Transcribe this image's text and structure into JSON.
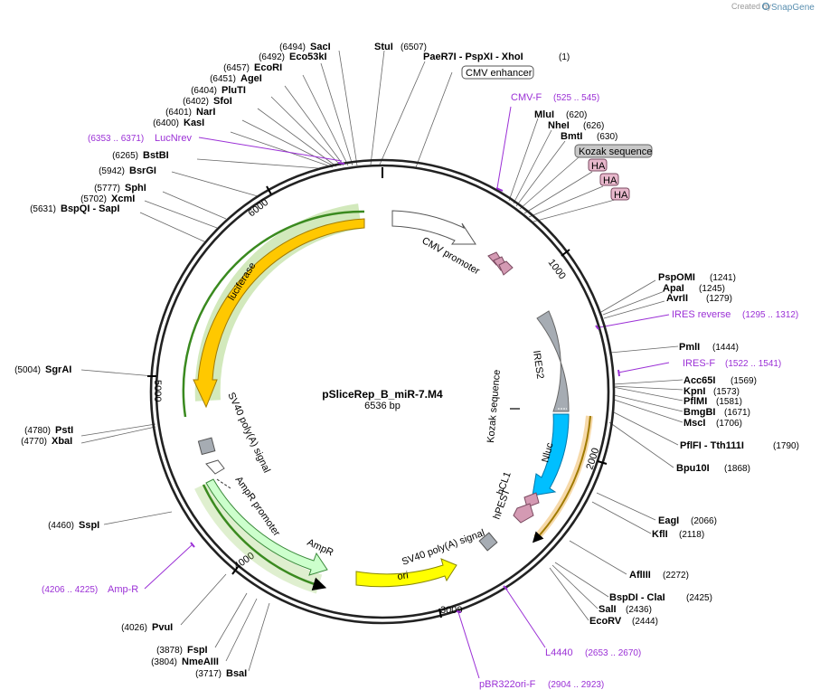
{
  "credit": {
    "created_by": "Created by",
    "brand": "SnapGene"
  },
  "plasmid": {
    "name": "pSliceRep_B_miR-7.M4",
    "length_label": "6536 bp",
    "length": 6536
  },
  "ticks": [
    "1000",
    "2000",
    "3000",
    "4000",
    "5000",
    "6000"
  ],
  "enzymes": [
    {
      "name": "SacI",
      "pos": "(6494)"
    },
    {
      "name": "Eco53kI",
      "pos": "(6492)"
    },
    {
      "name": "EcoRI",
      "pos": "(6457)"
    },
    {
      "name": "AgeI",
      "pos": "(6451)"
    },
    {
      "name": "PluTI",
      "pos": "(6404)"
    },
    {
      "name": "SfoI",
      "pos": "(6402)"
    },
    {
      "name": "NarI",
      "pos": "(6401)"
    },
    {
      "name": "KasI",
      "pos": "(6400)"
    },
    {
      "name": "BstBI",
      "pos": "(6265)"
    },
    {
      "name": "BsrGI",
      "pos": "(5942)"
    },
    {
      "name": "SphI",
      "pos": "(5777)"
    },
    {
      "name": "XcmI",
      "pos": "(5702)"
    },
    {
      "name": "BspQI - SapI",
      "pos": "(5631)"
    },
    {
      "name": "SgrAI",
      "pos": "(5004)"
    },
    {
      "name": "PstI",
      "pos": "(4780)"
    },
    {
      "name": "XbaI",
      "pos": "(4770)"
    },
    {
      "name": "SspI",
      "pos": "(4460)"
    },
    {
      "name": "PvuI",
      "pos": "(4026)"
    },
    {
      "name": "FspI",
      "pos": "(3878)"
    },
    {
      "name": "NmeAIII",
      "pos": "(3804)"
    },
    {
      "name": "BsaI",
      "pos": "(3717)"
    },
    {
      "name": "StuI",
      "pos": "(6507)"
    },
    {
      "name": "PaeR7I - PspXI - XhoI",
      "pos": "(1)"
    },
    {
      "name": "MluI",
      "pos": "(620)"
    },
    {
      "name": "NheI",
      "pos": "(626)"
    },
    {
      "name": "BmtI",
      "pos": "(630)"
    },
    {
      "name": "PspOMI",
      "pos": "(1241)"
    },
    {
      "name": "ApaI",
      "pos": "(1245)"
    },
    {
      "name": "AvrII",
      "pos": "(1279)"
    },
    {
      "name": "PmlI",
      "pos": "(1444)"
    },
    {
      "name": "Acc65I",
      "pos": "(1569)"
    },
    {
      "name": "KpnI",
      "pos": "(1573)"
    },
    {
      "name": "PflMI",
      "pos": "(1581)"
    },
    {
      "name": "BmgBI",
      "pos": "(1671)"
    },
    {
      "name": "MscI",
      "pos": "(1706)"
    },
    {
      "name": "PflFI - Tth111I",
      "pos": "(1790)"
    },
    {
      "name": "Bpu10I",
      "pos": "(1868)"
    },
    {
      "name": "EagI",
      "pos": "(2066)"
    },
    {
      "name": "KflI",
      "pos": "(2118)"
    },
    {
      "name": "AflIII",
      "pos": "(2272)"
    },
    {
      "name": "BspDI - ClaI",
      "pos": "(2425)"
    },
    {
      "name": "SalI",
      "pos": "(2436)"
    },
    {
      "name": "EcoRV",
      "pos": "(2444)"
    }
  ],
  "primers": [
    {
      "name": "LucNrev",
      "range": "(6353 .. 6371)"
    },
    {
      "name": "CMV-F",
      "range": "(525 .. 545)"
    },
    {
      "name": "IRES reverse",
      "range": "(1295 .. 1312)"
    },
    {
      "name": "IRES-F",
      "range": "(1522 .. 1541)"
    },
    {
      "name": "Amp-R",
      "range": "(4206 .. 4225)"
    },
    {
      "name": "L4440",
      "range": "(2653 .. 2670)"
    },
    {
      "name": "pBR322ori-F",
      "range": "(2904 .. 2923)"
    }
  ],
  "boxed_labels": {
    "cmv_enhancer": "CMV enhancer",
    "kozak": "Kozak sequence",
    "ha1": "HA",
    "ha2": "HA",
    "ha3": "HA"
  },
  "features": {
    "cmv_promoter": "CMV promoter",
    "ires2": "IRES2",
    "kozak_inner": "Kozak sequence",
    "nluc": "Nluc",
    "hcl1": "hCL1",
    "hpest": "hPEST",
    "sv40_polya_right": "SV40 poly(A) signal",
    "ori": "ori",
    "ampr": "AmpR",
    "ampr_promoter": "AmpR promoter",
    "sv40_polya_left": "SV40 poly(A) signal",
    "luciferase": "luciferase"
  },
  "colors": {
    "luciferase": "#ffc800",
    "ori": "#ffff00",
    "ampr": "#ccffcc",
    "ires2": "#a6acb3",
    "nluc": "#00bfff",
    "hcl1": "#d49ab3",
    "primer": "#9b30d6",
    "backbone": "#222222"
  }
}
